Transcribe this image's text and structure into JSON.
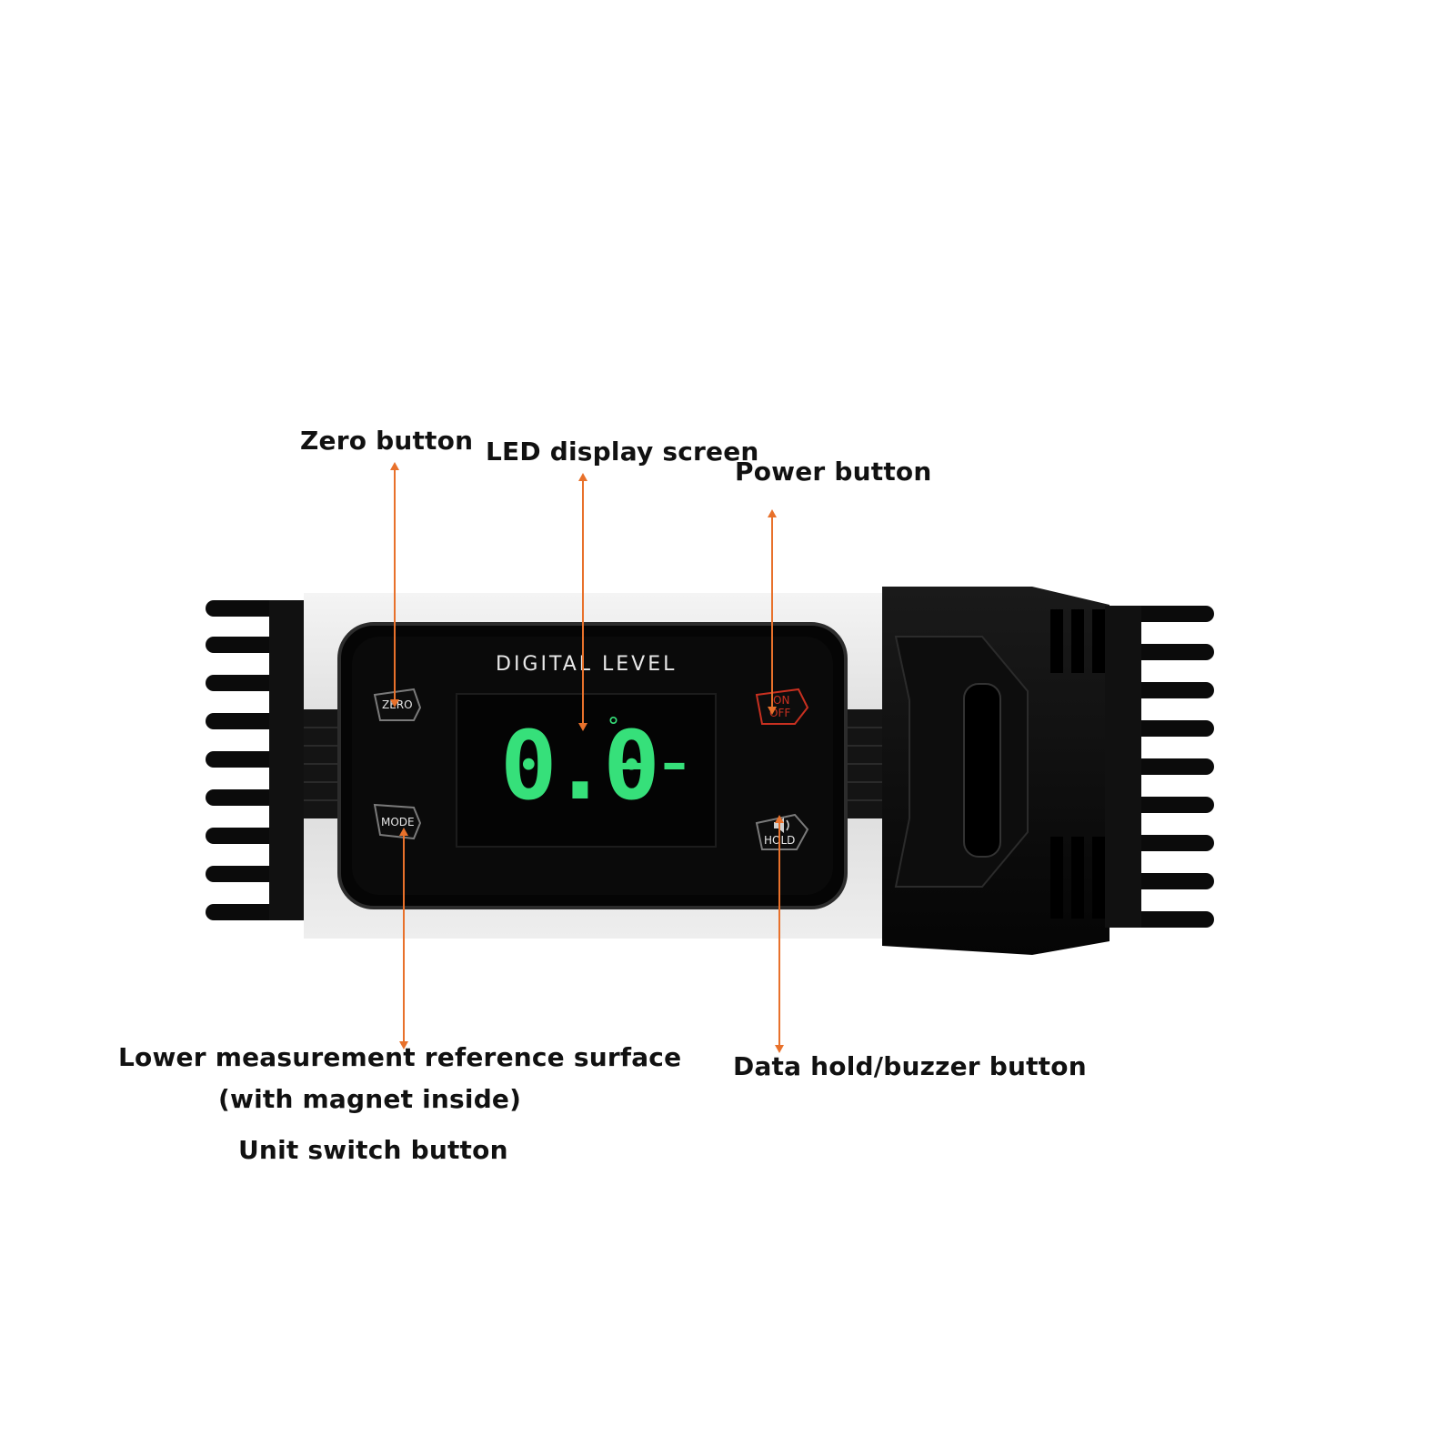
{
  "device": {
    "brand_text": "DIGITAL LEVEL",
    "reading": "0.0",
    "degree_symbol": "°",
    "trailing": "– –",
    "buttons": {
      "zero": "ZERO",
      "mode": "MODE",
      "power_on": "ON",
      "power_off": "OFF",
      "hold": "HOLD"
    },
    "colors": {
      "lcd_green": "#36e07a",
      "arrow_orange": "#e8712b",
      "power_red": "#c83020"
    }
  },
  "callouts": {
    "zero": "Zero button",
    "led": "LED display screen",
    "power": "Power button",
    "lower_line1": "Lower measurement reference surface",
    "lower_line2": "(with magnet inside)",
    "unit_switch": "Unit switch button",
    "hold": "Data hold/buzzer button"
  }
}
